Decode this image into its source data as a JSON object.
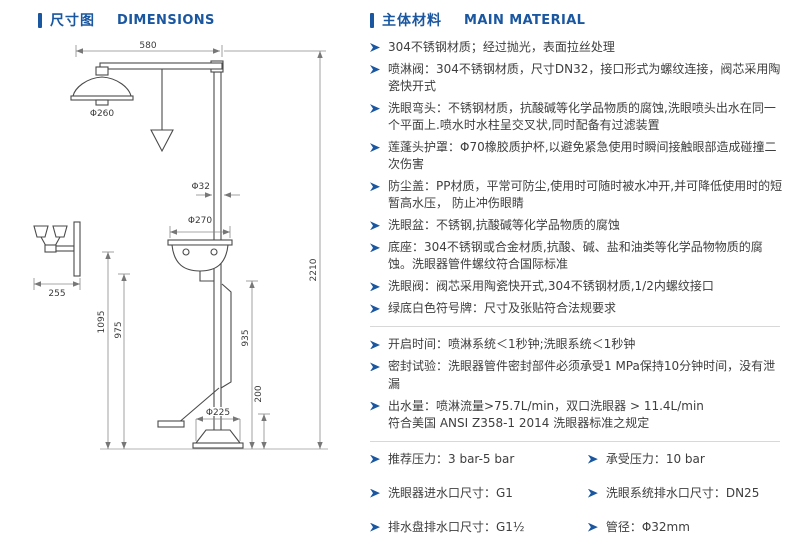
{
  "accent_color": "#1a57a0",
  "left": {
    "header_cn": "尺寸图",
    "header_en": "DIMENSIONS",
    "dims": {
      "top_width": "580",
      "shower_dia": "Φ260",
      "pipe_dia": "Φ32",
      "bowl_dia": "Φ270",
      "total_height": "2210",
      "side_width": "255",
      "h_1095": "1095",
      "h_975": "975",
      "h_935": "935",
      "h_200": "200",
      "base_dia": "Φ225"
    }
  },
  "right": {
    "header_cn": "主体材料",
    "header_en": "MAIN MATERIAL",
    "materials": [
      "304不锈钢材质；经过抛光，表面拉丝处理",
      "喷淋阀：304不锈钢材质，尺寸DN32，接口形式为螺纹连接，阀芯采用陶瓷快开式",
      "洗眼弯头：不锈钢材质，抗酸碱等化学品物质的腐蚀,洗眼喷头出水在同一个平面上.喷水时水柱呈交叉状,同时配备有过滤装置",
      "莲蓬头护罩：Φ70橡胶质护杯,以避免紧急使用时瞬间接触眼部造成碰撞二次伤害",
      "防尘盖：PP材质，平常可防尘,使用时可随时被水冲开,并可降低使用时的短暂高水压， 防止冲伤眼睛",
      "洗眼盆：不锈钢,抗酸碱等化学品物质的腐蚀",
      "底座：304不锈钢或合金材质,抗酸、碱、盐和油类等化学品物物质的腐蚀。洗眼器管件螺纹符合国际标准",
      "洗眼阀：阀芯采用陶瓷快开式,304不锈钢材质,1/2内螺纹接口",
      "绿底白色符号牌：尺寸及张贴符合法规要求"
    ],
    "performance": [
      "开启时间：喷淋系统＜1秒钟;洗眼系统＜1秒钟",
      "密封试验：洗眼器管件密封部件必须承受1 MPa保持10分钟时间，没有泄漏",
      "出水量：喷淋流量>75.7L/min，双口洗眼器 > 11.4L/min\n符合美国 ANSI Z358-1 2014 洗眼器标准之规定"
    ],
    "specs": {
      "row1_left": "推荐压力：3 bar-5 bar",
      "row1_right": "承受压力：10 bar",
      "row2_left": "洗眼器进水口尺寸：G1",
      "row2_right": "洗眼系统排水口尺寸：DN25",
      "row3_left": "排水盘排水口尺寸：G1½",
      "row3_right": "管径：Φ32mm"
    }
  }
}
